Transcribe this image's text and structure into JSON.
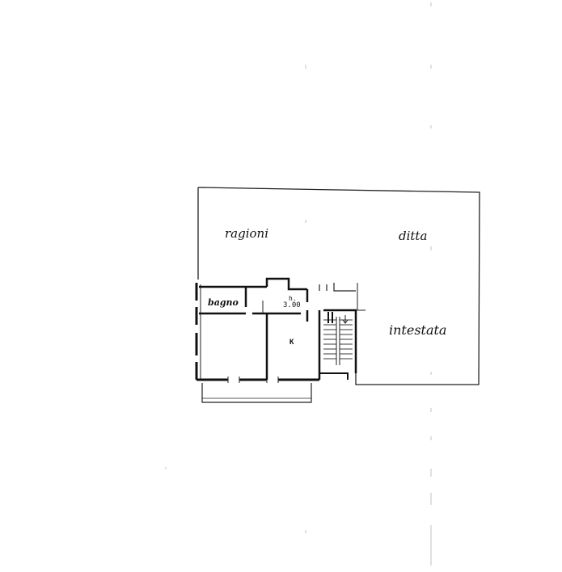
{
  "labels": {
    "ragioni": "ragioni",
    "ditta": "ditta",
    "bagno": "bagno",
    "height_prefix": "h.",
    "height_value": "3.00",
    "kitchen": "K",
    "intestata": "intestata"
  }
}
